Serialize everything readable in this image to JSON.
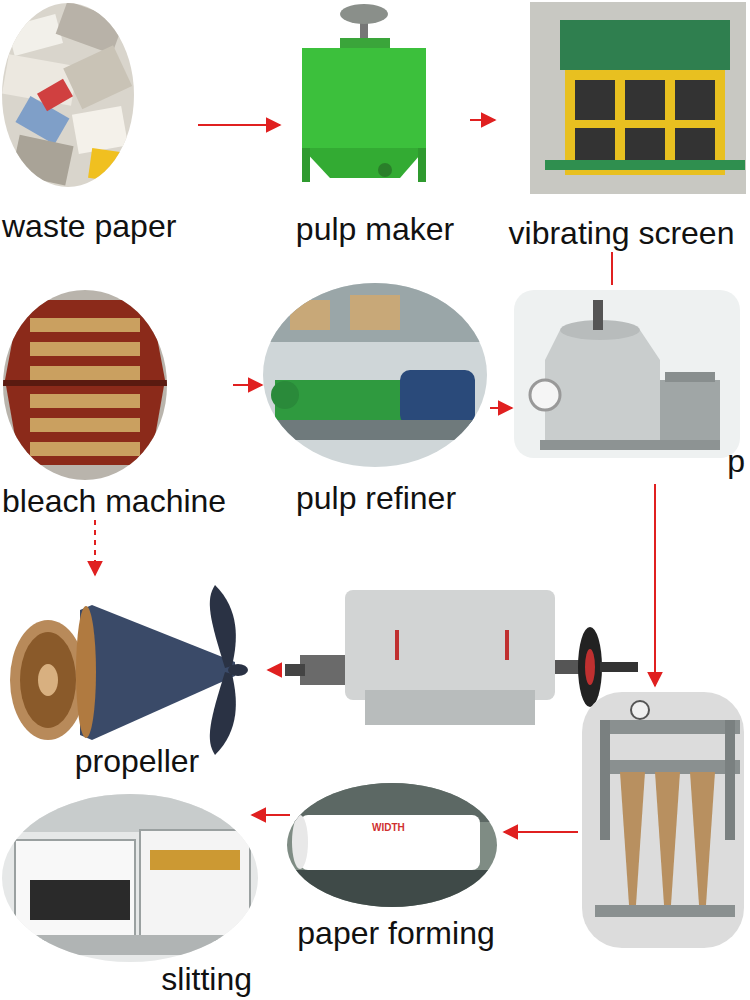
{
  "diagram": {
    "nodes": [
      {
        "text": [
          "waste paper"
        ]
      },
      {
        "text": [
          "pulp maker"
        ]
      },
      {
        "text": [
          "vibrating screen"
        ]
      },
      {
        "text": [
          "bleach machine"
        ]
      },
      {
        "text": [
          "pulp refiner"
        ]
      },
      {
        "text": [
          "p"
        ]
      },
      {
        "text": [
          "propeller"
        ]
      },
      {
        "text": [
          "paper forming"
        ]
      },
      {
        "text": [
          "slitting"
        ]
      }
    ],
    "edges": [
      {
        "from": 0,
        "to": 1,
        "arrow": "to"
      },
      {
        "from": 1,
        "to": 2,
        "arrow": "to"
      },
      {
        "from": 2,
        "to": 5,
        "arrow": "none"
      },
      {
        "from": 3,
        "to": 4,
        "arrow": "to"
      },
      {
        "from": 4,
        "to": 5,
        "arrow": "to"
      },
      {
        "from": 3,
        "to": 6,
        "arrow": "to"
      },
      {
        "from": 7,
        "to": 8,
        "arrow": "to"
      }
    ],
    "labels": [
      "WIDTH"
    ]
  }
}
